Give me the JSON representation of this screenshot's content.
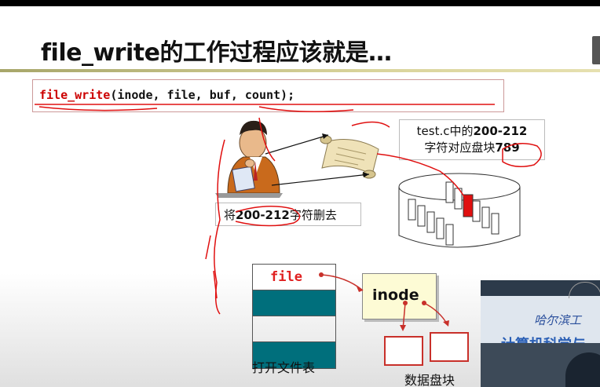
{
  "slide": {
    "title": "file_write的工作过程应该就是…",
    "code": {
      "fn": "file_write",
      "args": "(inode, file, buf, count);"
    },
    "note": {
      "line1_prefix": "test.c中的",
      "line1_range": "200-212",
      "line2_prefix": "字符对应盘块",
      "line2_block": "789"
    },
    "delete_label": {
      "prefix": "将",
      "range": "200-212",
      "suffix": "字符删去"
    },
    "file_table": {
      "row_label": "file",
      "caption": "打开文件表"
    },
    "inode_label": "inode",
    "data_blocks_caption": "数据盘块"
  },
  "video": {
    "banner_top": "哈尔滨工",
    "banner_main": "计算机科学与"
  },
  "colors": {
    "accent_red": "#e02020",
    "teal": "#006f7c",
    "rule": "#b0ad72",
    "inode_fill": "#fdfbd5"
  },
  "icons": [
    "thinking-person-icon",
    "scroll-icon",
    "disk-cylinder-icon"
  ]
}
